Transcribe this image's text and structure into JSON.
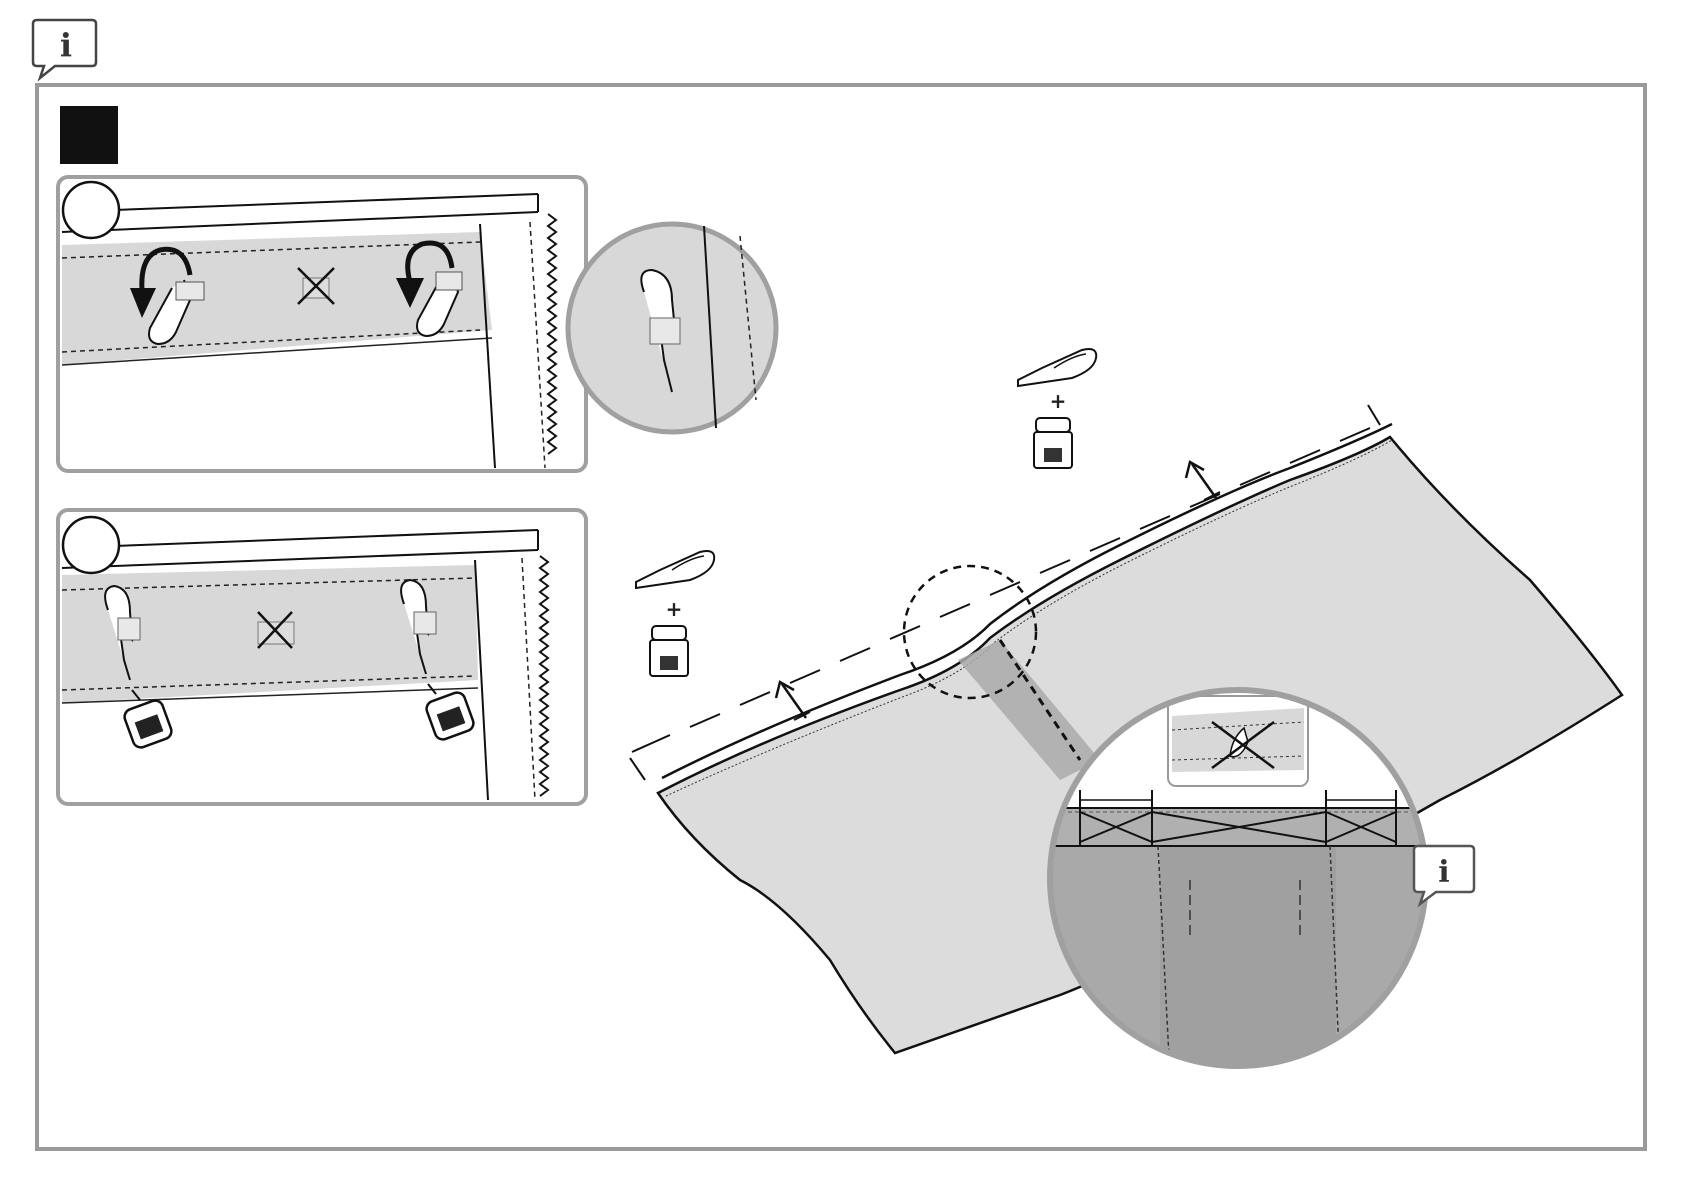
{
  "info_note": {
    "glyph": "i",
    "icon": "info-speech-bubble-icon"
  },
  "step": {
    "marker_color": "#111111"
  },
  "panels": [
    {
      "id": "panel-1",
      "action": "rotate-hooks-down",
      "icons": [
        "curtain-hook-icon",
        "curved-arrow-icon",
        "cross-mark-icon"
      ]
    },
    {
      "id": "panel-2",
      "action": "insert-hooks-into-gliders",
      "icons": [
        "curtain-hook-icon",
        "glider-clip-icon",
        "cross-mark-icon"
      ]
    }
  ],
  "parts_labels": [
    {
      "id": "parts-left",
      "plus": "+"
    },
    {
      "id": "parts-right",
      "plus": "+"
    }
  ],
  "inset_info": {
    "glyph": "i"
  },
  "colors": {
    "frame": "#9a9a9a",
    "panel_border": "#a0a0a0",
    "tape": "#d8d8d8",
    "curtain": "#dcdcdc",
    "curtain_dark": "#a8a8a8",
    "line": "#111111"
  }
}
